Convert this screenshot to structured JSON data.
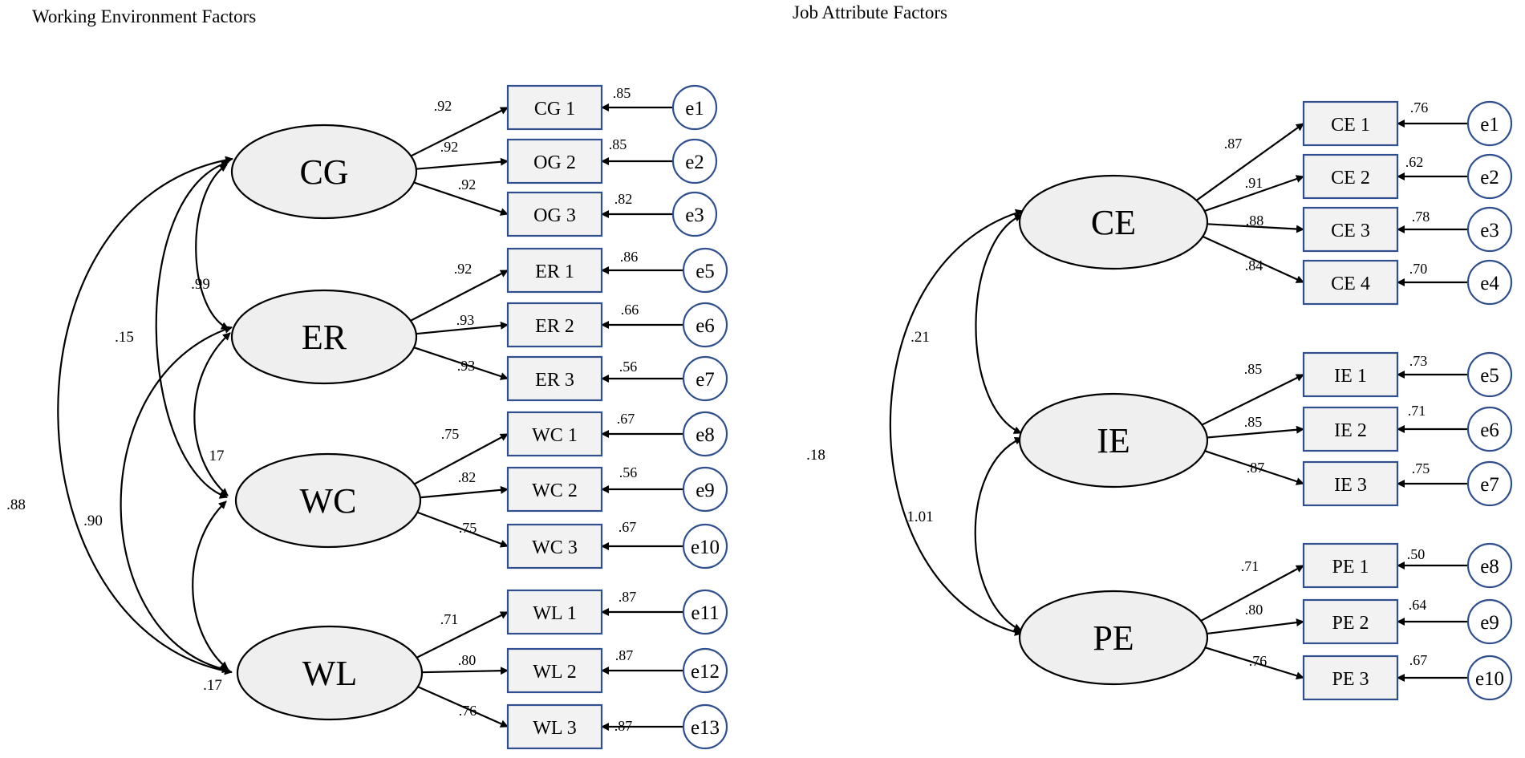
{
  "colors": {
    "box_stroke": "#2f4f8f",
    "error_stroke": "#2f4f8f",
    "ellipse_fill": "#efefef",
    "box_fill": "#f2f2f2",
    "line": "#000000"
  },
  "panels": [
    {
      "id": "working-environment",
      "title": "Working Environment Factors",
      "latents": [
        {
          "id": "CG",
          "label": "CG",
          "indicators": [
            {
              "label": "CG  1",
              "loading": ".92",
              "error": "e1",
              "r2": ".85"
            },
            {
              "label": "OG  2",
              "loading": ".92",
              "error": "e2",
              "r2": ".85"
            },
            {
              "label": "OG  3",
              "loading": ".92",
              "error": "e3",
              "r2": ".82"
            }
          ]
        },
        {
          "id": "ER",
          "label": "ER",
          "indicators": [
            {
              "label": "ER  1",
              "loading": ".92",
              "error": "e5",
              "r2": ".86"
            },
            {
              "label": "ER  2",
              "loading": ".93",
              "error": "e6",
              "r2": ".66"
            },
            {
              "label": "ER  3",
              "loading": ".93",
              "error": "e7",
              "r2": ".56"
            }
          ]
        },
        {
          "id": "WC",
          "label": "WC",
          "indicators": [
            {
              "label": "WC  1",
              "loading": ".75",
              "error": "e8",
              "r2": ".67"
            },
            {
              "label": "WC  2",
              "loading": ".82",
              "error": "e9",
              "r2": ".56"
            },
            {
              "label": "WC  3",
              "loading": ".75",
              "error": "e10",
              "r2": ".67"
            }
          ]
        },
        {
          "id": "WL",
          "label": "WL",
          "indicators": [
            {
              "label": "WL  1",
              "loading": ".71",
              "error": "e11",
              "r2": ".87"
            },
            {
              "label": "WL  2",
              "loading": ".80",
              "error": "e12",
              "r2": ".87"
            },
            {
              "label": "WL  3",
              "loading": ".76",
              "error": "e13",
              "r2": ".87"
            }
          ]
        }
      ],
      "covariances": [
        {
          "from": "CG",
          "to": "ER",
          "value": ".99"
        },
        {
          "from": "ER",
          "to": "WC",
          "value": "17"
        },
        {
          "from": "WC",
          "to": "WL",
          "value": ".17"
        },
        {
          "from": "CG",
          "to": "WC",
          "value": ".15"
        },
        {
          "from": "ER",
          "to": "WL",
          "value": ".90"
        },
        {
          "from": "CG",
          "to": "WL",
          "value": ".88"
        }
      ]
    },
    {
      "id": "job-attribute",
      "title": "Job Attribute Factors",
      "latents": [
        {
          "id": "CE",
          "label": "CE",
          "indicators": [
            {
              "label": "CE  1",
              "loading": ".87",
              "error": "e1",
              "r2": ".76"
            },
            {
              "label": "CE  2",
              "loading": ".91",
              "error": "e2",
              "r2": ".62"
            },
            {
              "label": "CE  3",
              "loading": ".88",
              "error": "e3",
              "r2": ".78"
            },
            {
              "label": "CE  4",
              "loading": ".84",
              "error": "e4",
              "r2": ".70"
            }
          ]
        },
        {
          "id": "IE",
          "label": "IE",
          "indicators": [
            {
              "label": "IE  1",
              "loading": ".85",
              "error": "e5",
              "r2": ".73"
            },
            {
              "label": "IE  2",
              "loading": ".85",
              "error": "e6",
              "r2": ".71"
            },
            {
              "label": "IE  3",
              "loading": ".87",
              "error": "e7",
              "r2": ".75"
            }
          ]
        },
        {
          "id": "PE",
          "label": "PE",
          "indicators": [
            {
              "label": "PE  1",
              "loading": ".71",
              "error": "e8",
              "r2": ".50"
            },
            {
              "label": "PE  2",
              "loading": ".80",
              "error": "e9",
              "r2": ".64"
            },
            {
              "label": "PE  3",
              "loading": ".76",
              "error": "e10",
              "r2": ".67"
            }
          ]
        }
      ],
      "covariances": [
        {
          "from": "CE",
          "to": "IE",
          "value": ".21"
        },
        {
          "from": "IE",
          "to": "PE",
          "value": "1.01"
        },
        {
          "from": "CE",
          "to": "PE",
          "value": ".18"
        }
      ]
    }
  ]
}
